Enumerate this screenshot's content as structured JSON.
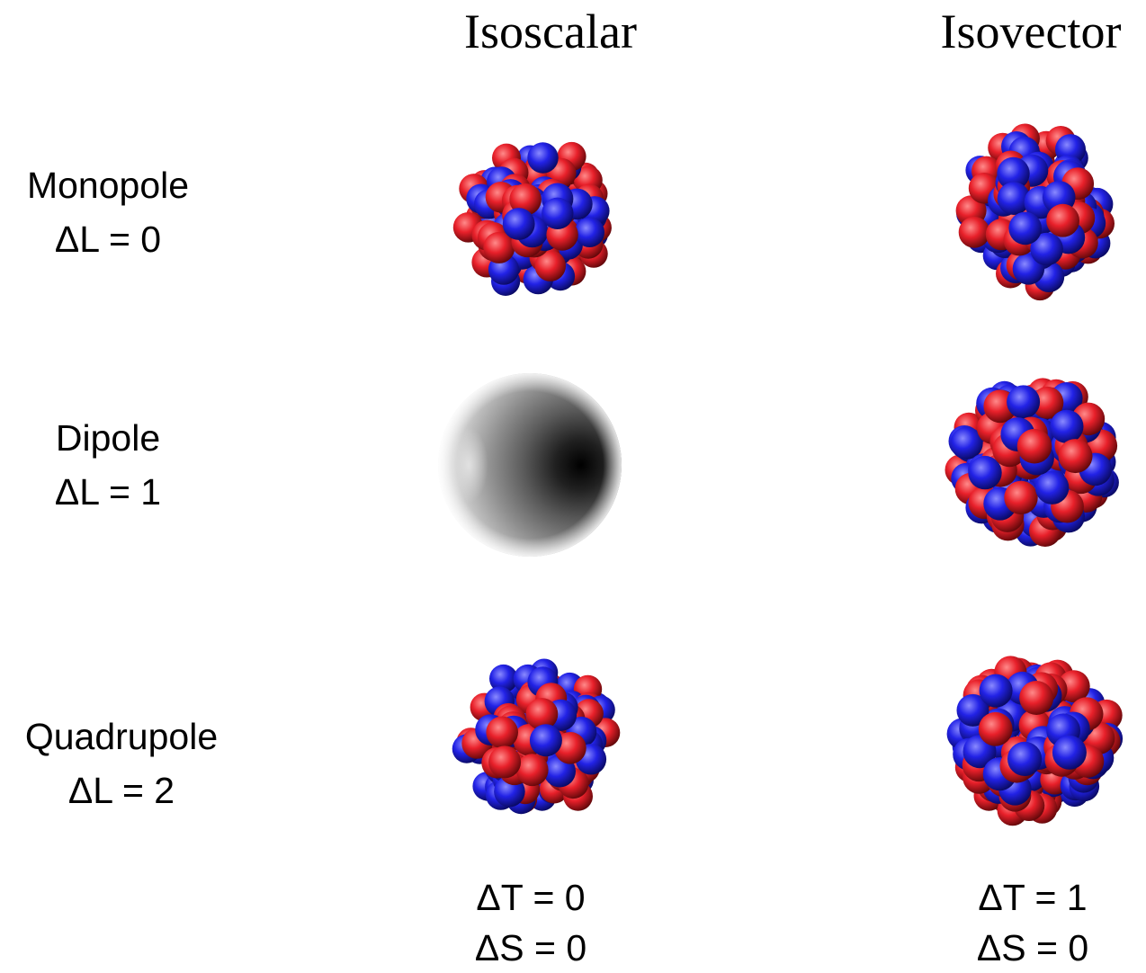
{
  "columns": {
    "isoscalar": {
      "title": "Isoscalar",
      "delta_t": "ΔT = 0",
      "delta_s": "ΔS = 0"
    },
    "isovector": {
      "title": "Isovector",
      "delta_t": "ΔT = 1",
      "delta_s": "ΔS = 0"
    }
  },
  "rows": [
    {
      "name": "Monopole",
      "delta_l": "ΔL = 0"
    },
    {
      "name": "Dipole",
      "delta_l": "ΔL = 1"
    },
    {
      "name": "Quadrupole",
      "delta_l": "ΔL = 2"
    }
  ],
  "colors": {
    "proton": "#e8202a",
    "neutron": "#2222e6",
    "background": "#ffffff"
  }
}
